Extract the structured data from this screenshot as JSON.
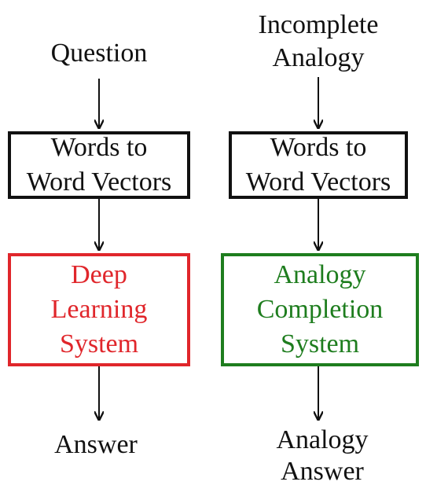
{
  "left": {
    "input": [
      "Question"
    ],
    "box1": [
      "Words to",
      "Word Vectors"
    ],
    "box2": [
      "Deep",
      "Learning",
      "System"
    ],
    "output": [
      "Answer"
    ]
  },
  "right": {
    "input": [
      "Incomplete",
      "Analogy"
    ],
    "box1": [
      "Words to",
      "Word Vectors"
    ],
    "box2": [
      "Analogy",
      "Completion",
      "System"
    ],
    "output": [
      "Analogy",
      "Answer"
    ]
  },
  "colors": {
    "black": "#111111",
    "red": "#e0262b",
    "green": "#1e7d1e"
  }
}
